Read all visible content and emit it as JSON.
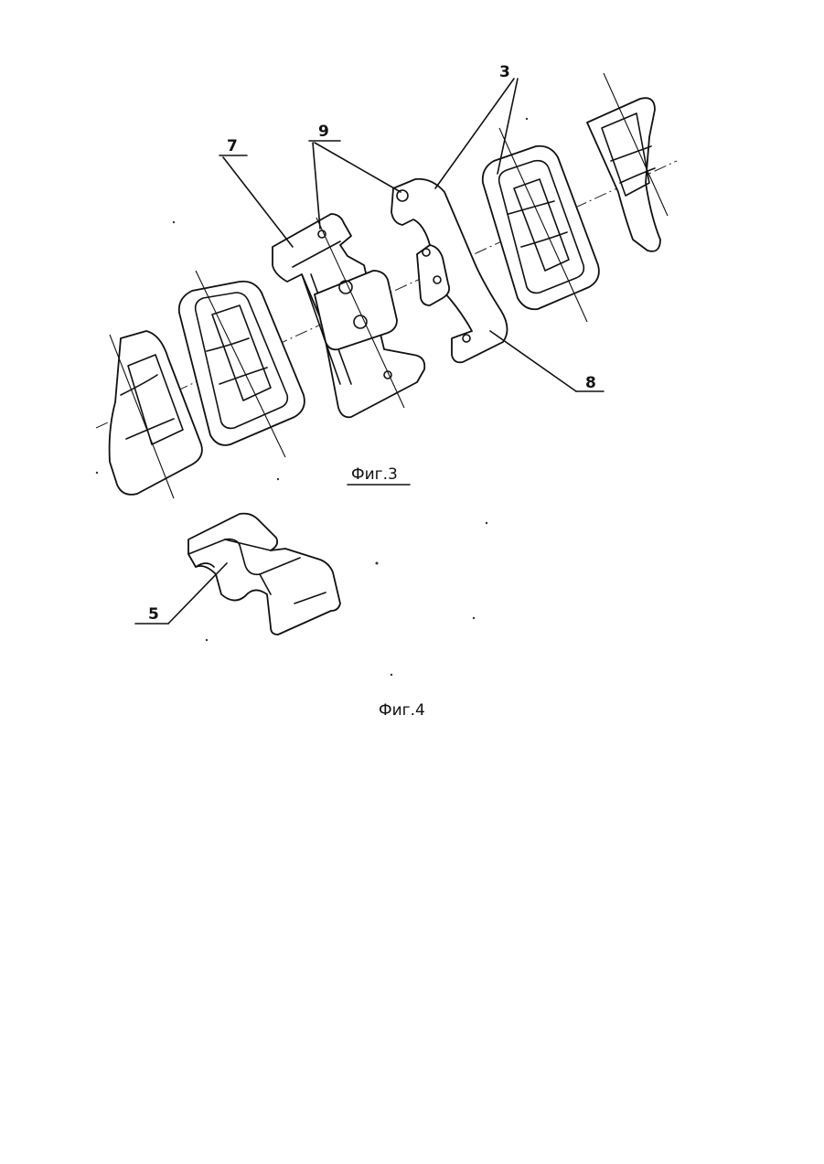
{
  "figure3": {
    "caption": "Фиг.3",
    "labels": {
      "label_3": "3",
      "label_7": "7",
      "label_8": "8",
      "label_9": "9"
    }
  },
  "figure4": {
    "caption": "Фиг.4",
    "labels": {
      "label_5": "5"
    }
  },
  "colors": {
    "ink": "#111111",
    "paper": "#ffffff"
  }
}
